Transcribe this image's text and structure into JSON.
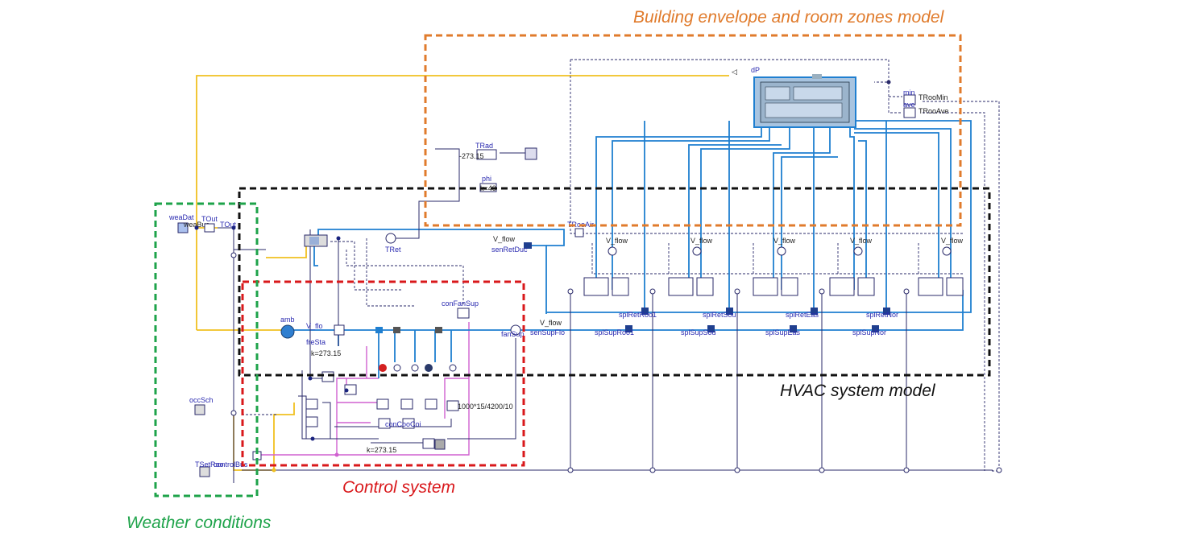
{
  "regions": {
    "building": {
      "title": "Building envelope and room zones model",
      "color": "#e07b2c"
    },
    "hvac": {
      "title": "HVAC system model",
      "color": "#111111"
    },
    "control": {
      "title": "Control system",
      "color": "#d9181b"
    },
    "weather": {
      "title": "Weather conditions",
      "color": "#1ea34a"
    }
  },
  "colors": {
    "fluid": "#1f7fd0",
    "weather_bus": "#f0c020",
    "control_bus": "#d060d0",
    "signal": "#2a2a6a"
  },
  "labels": {
    "dP": "dP",
    "min": "min",
    "TRooMin": "TRooMin",
    "ave": "ave",
    "TRooAve": "TRooAve",
    "TRad": "TRad",
    "k273": "-273.15",
    "phi": "phi",
    "k40": "k=40",
    "TRooAir": "TRooAir",
    "weaDat": "weaDat",
    "weaBus": "weaBus",
    "TOut": "TOut",
    "TRet": "TRet",
    "V_flow": "V_flow",
    "senRetDuc": "senRetDuc",
    "amb": "amb",
    "freSta": "freSta",
    "conFanSup": "conFanSup",
    "fanSup": "fanSup",
    "senSupFlo": "senSupFlo",
    "splSupRoo1": "splSupRoo1",
    "splSupSou": "splSupSou",
    "splSupEas": "splSupEas",
    "splSupNor": "splSupNor",
    "splRetRoo1": "splRetRoo1",
    "splRetSou": "splRetSou",
    "splRetEas": "splRetEas",
    "splRetNor": "splRetNor",
    "occSch": "occSch",
    "TSetRoo": "TSetRoo",
    "controlBus": "controlBus",
    "conCooCoi": "conCooCoi",
    "k27315": "k=273.15",
    "gain": "1000*15/4200/10"
  }
}
